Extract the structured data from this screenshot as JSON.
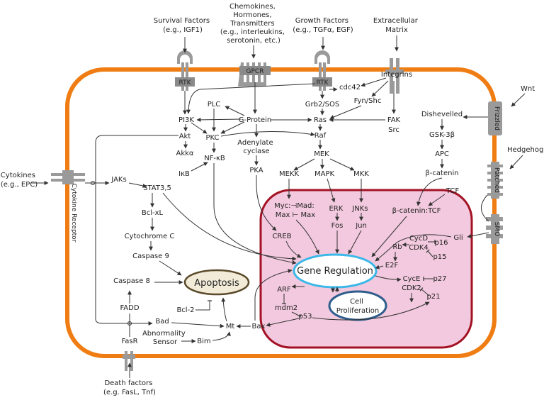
{
  "signals": {
    "survival": [
      "Survival Factors",
      "(e.g., IGF1)"
    ],
    "chemokines": [
      "Chemokines,",
      "Hormones,",
      "Transmitters",
      "(e.g., interleukins,",
      "serotonin, etc.)"
    ],
    "growth": [
      "Growth Factors",
      "(e.g., TGFα, EGF)"
    ],
    "ecm": [
      "Extracellular",
      "Matrix"
    ],
    "wnt": "Wnt",
    "hedgehog": "Hedgehog",
    "cytokines": [
      "Cytokines",
      "(e.g., EPC)"
    ],
    "death": [
      "Death factors",
      "(e.g. FasL, Tnf)"
    ]
  },
  "receptors": {
    "rtk1": "RTK",
    "gpcr": "GPCR",
    "rtk2": "RTK",
    "integrins": "Integrins",
    "frizzled": "Frizzled",
    "patched": "Patched",
    "smo": "SMO",
    "cytokine_receptor": "Cytokine Receptor",
    "fasr": "FasR"
  },
  "nodes": {
    "pi3k": "PI3K",
    "plc": "PLC",
    "gprotein": "G-Protein",
    "grb2": "Grb2/SOS",
    "cdc42": "cdc42",
    "fynshc": "Fyn/Shc",
    "akt": "Akt",
    "pkc": "PKC",
    "ras": "Ras",
    "fak": "FAK",
    "src": "Src",
    "akka": "Akkα",
    "adenylate": [
      "Adenylate",
      "cyclase"
    ],
    "raf": "Raf",
    "nfkb": "NF-κB",
    "mek": "MEK",
    "ikb": "IκB",
    "pka": "PKA",
    "mekk": "MEKK",
    "mapk": "MAPK",
    "mkk": "MKK",
    "jaks": "JAKs",
    "stat35": "STAT3,5",
    "dishevelled": "Dishevelled",
    "gsk3b": "GSK-3β",
    "apc": "APC",
    "bcatenin": "β-catenin",
    "tcf": "TCF",
    "bcl_xl": "Bcl-xL",
    "cytochrome": "Cytochrome C",
    "caspase9": "Caspase 9",
    "caspase8": "Caspase 8",
    "fadd": "FADD",
    "bad": "Bad",
    "bcl2": "Bcl-2",
    "abnormality": [
      "Abnormality",
      "Sensor"
    ],
    "bim": "Bim",
    "mt": "Mt",
    "bax": "Bax",
    "gli": "Gli",
    "myc_mad": [
      "Myc:⊣Mad:",
      "Max ⊢ Max"
    ],
    "erk_fos": [
      "ERK",
      "Fos"
    ],
    "jnks_jun": [
      "JNKs",
      "Jun"
    ],
    "bcat_tcf": "β-catenin:TCF",
    "creb": "CREB",
    "cycd": "CycD",
    "p16": "p16",
    "rb": "Rb",
    "cdk4": "CDK4",
    "p15": "p15",
    "e2f": "E2F",
    "cyce": "CycE",
    "p27": "p27",
    "cdk2": "CDK2",
    "p21": "p21",
    "arf": "ARF",
    "mdm2": "mdm2",
    "p53": "p53"
  },
  "ovals": {
    "apoptosis": "Apoptosis",
    "gene_regulation": "Gene Regulation",
    "cell_proliferation": [
      "Cell",
      "Proliferation"
    ]
  },
  "colors": {
    "membrane": "#f07d13",
    "nucleus_border": "#a31224",
    "nucleus_fill": "#f2c9de",
    "receptor": "#9a9a9a",
    "gene_reg_border": "#3cb8e8",
    "prolif_border": "#2e5d8c",
    "apoptosis_fill": "#f1ebd8",
    "apoptosis_border": "#5a4a2a"
  }
}
